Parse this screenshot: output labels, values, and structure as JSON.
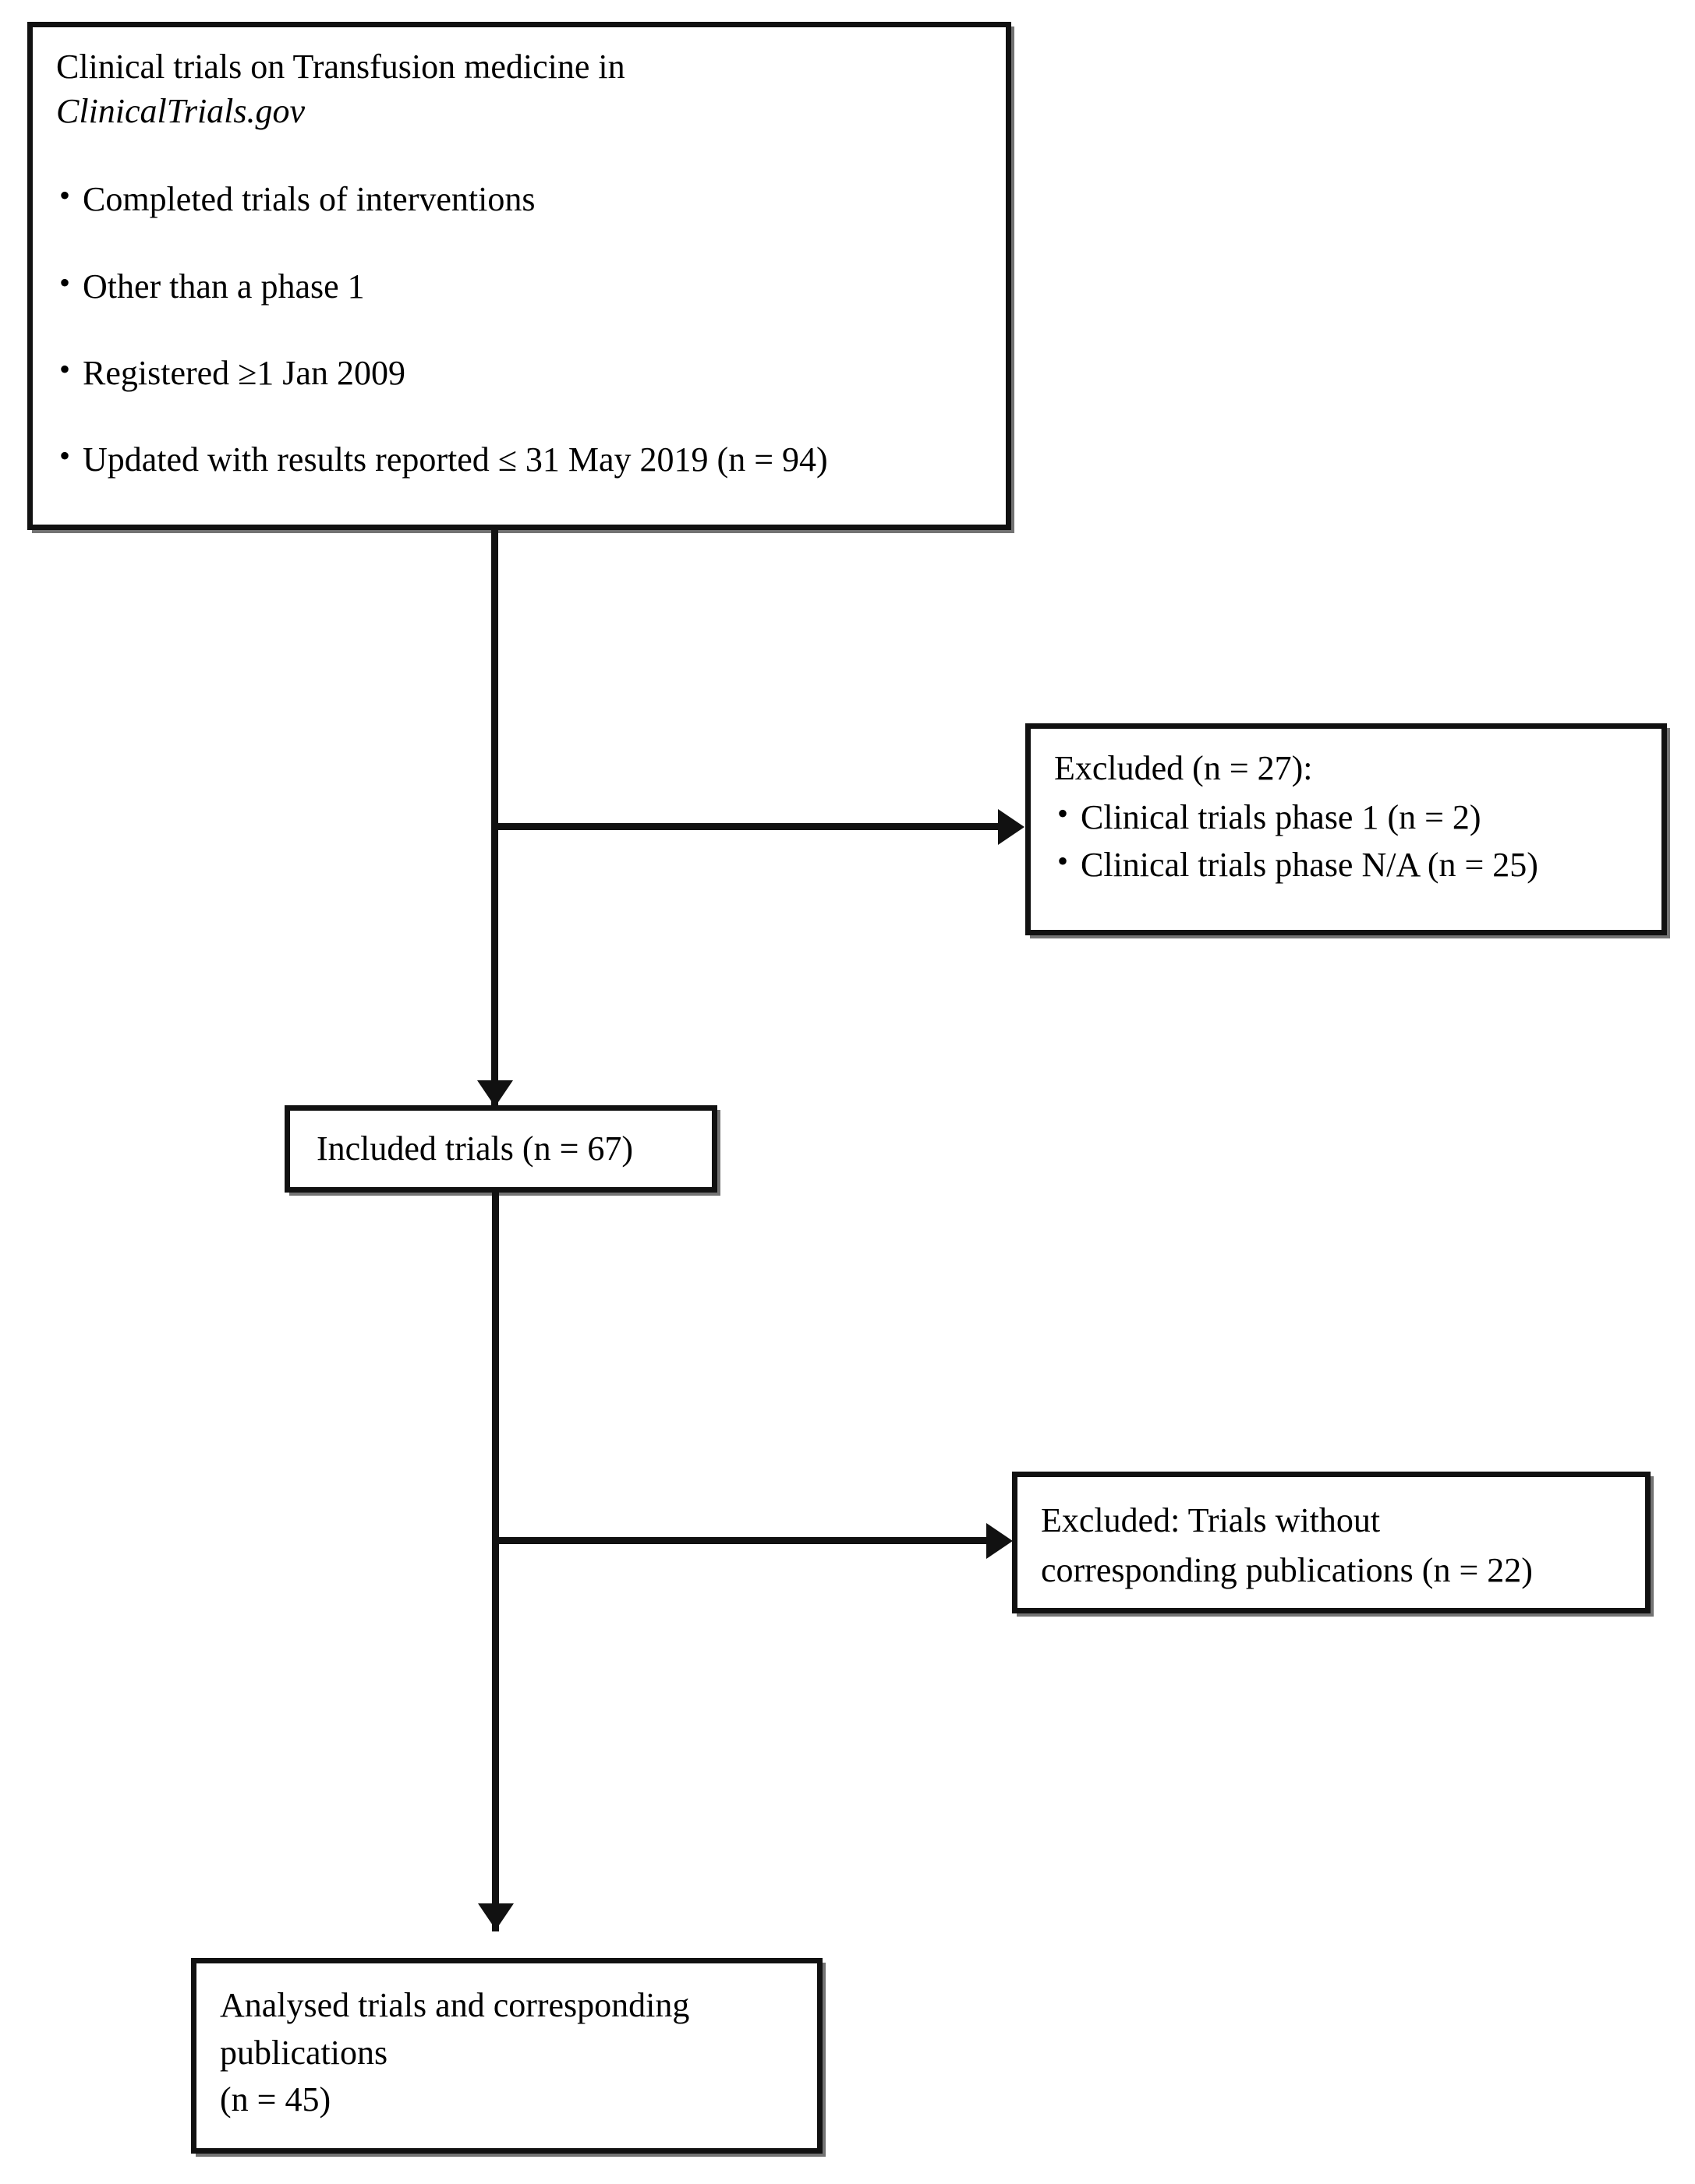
{
  "diagram": {
    "type": "flowchart",
    "title_visible": false,
    "accent_color": "#111111",
    "background_color": "#ffffff",
    "nodes": [
      {
        "id": "source",
        "role": "identification",
        "heading_line_1": "Clinical trials on Transfusion medicine in",
        "heading_line_2_italic": "ClinicalTrials.gov",
        "bullets": [
          "Completed trials of interventions",
          "Other than a phase 1",
          "Registered ≥1 Jan 2009",
          "Updated with results reported ≤ 31 May 2019 (n = 94)"
        ],
        "count": 94
      },
      {
        "id": "excluded-1",
        "role": "exclusion",
        "heading": "Excluded (n = 27):",
        "bullets": [
          "Clinical trials phase 1 (n = 2)",
          "Clinical trials phase N/A (n = 25)"
        ],
        "count": 27
      },
      {
        "id": "included",
        "role": "included",
        "text": "Included trials (n = 67)",
        "count": 67
      },
      {
        "id": "excluded-2",
        "role": "exclusion",
        "line_1": "Excluded: Trials without",
        "line_2": "corresponding publications (n = 22)",
        "count": 22
      },
      {
        "id": "analysed",
        "role": "analysed",
        "line_1": "Analysed trials and corresponding",
        "line_2": "publications",
        "line_3": "(n = 45)",
        "count": 45
      }
    ],
    "edges": [
      {
        "from": "source",
        "to": "excluded-1",
        "direction": "right"
      },
      {
        "from": "source",
        "to": "included",
        "direction": "down"
      },
      {
        "from": "included",
        "to": "excluded-2",
        "direction": "right"
      },
      {
        "from": "included",
        "to": "analysed",
        "direction": "down"
      }
    ]
  }
}
